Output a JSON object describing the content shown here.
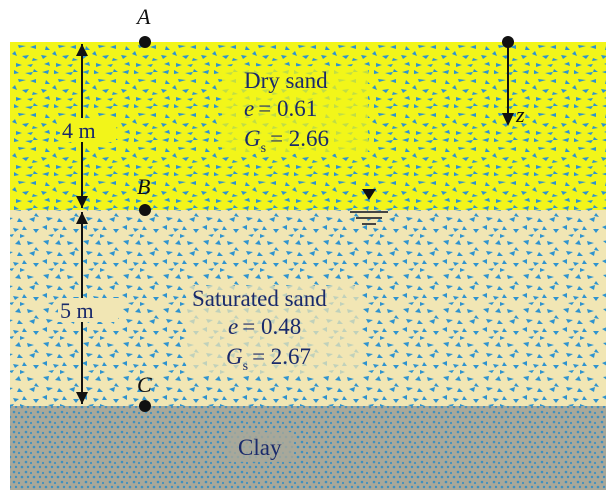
{
  "points": {
    "a": "A",
    "b": "B",
    "c": "C"
  },
  "dimensions": {
    "upper": "4 m",
    "lower": "5 m"
  },
  "depth_axis_label": "z",
  "layers": {
    "dry": {
      "name": "Dry sand",
      "e_sym": "e",
      "e_val": "= 0.61",
      "gs_sym": "G",
      "gs_sub": "s",
      "gs_val": "= 2.66"
    },
    "saturated": {
      "name": "Saturated sand",
      "e_sym": "e",
      "e_val": "= 0.48",
      "gs_sym": "G",
      "gs_sub": "s",
      "gs_val": "= 2.67"
    },
    "clay": {
      "name": "Clay"
    }
  },
  "colors": {
    "dry_fill": "#f2f51a",
    "saturated_fill": "#f1e6b4",
    "clay_fill": "#a8a89a",
    "grain": "#2e93cf",
    "clay_grain": "#3f8fbf",
    "ink": "#111111",
    "label_ink": "#1a2a6b"
  },
  "icons": {
    "water_table": "water-table-icon"
  }
}
